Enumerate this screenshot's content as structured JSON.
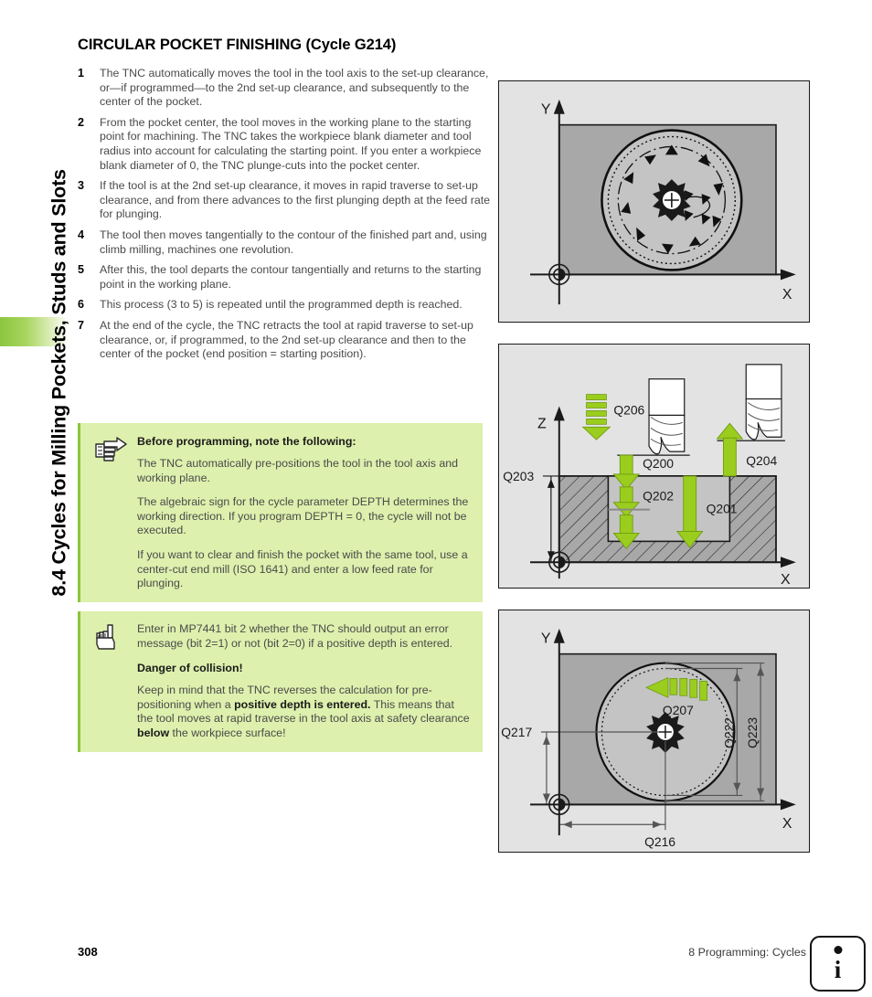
{
  "sidebar": {
    "chapter_title": "8.4 Cycles for Milling Pockets, Studs and Slots",
    "tab_color": "#8cc63e"
  },
  "page_title": "CIRCULAR POCKET FINISHING (Cycle G214)",
  "steps": [
    {
      "num": "1",
      "text": "The TNC automatically moves the tool in the tool axis to the set-up clearance, or—if programmed—to the 2nd set-up clearance, and subsequently to the center of the pocket."
    },
    {
      "num": "2",
      "text": "From the pocket center, the tool moves in the working plane to the starting point for machining. The TNC takes the workpiece blank diameter and tool radius into account for calculating the starting point. If you enter a workpiece blank diameter of 0, the TNC plunge-cuts into the pocket center."
    },
    {
      "num": "3",
      "text": "If the tool is at the 2nd set-up clearance, it moves in rapid traverse to set-up clearance, and from there advances to the first plunging depth at the feed rate for plunging."
    },
    {
      "num": "4",
      "text": "The tool then moves tangentially to the contour of the finished part and, using climb milling, machines one revolution."
    },
    {
      "num": "5",
      "text": "After this, the tool departs the contour tangentially and returns to the starting point in the working plane."
    },
    {
      "num": "6",
      "text": "This process (3 to 5) is repeated until the programmed depth is reached."
    },
    {
      "num": "7",
      "text": "At the end of the cycle, the TNC retracts the tool at rapid traverse to set-up clearance, or, if programmed, to the 2nd set-up clearance and then to the center of the pocket (end position = starting position)."
    }
  ],
  "note_1": {
    "icon": "pointing-hand-right-icon",
    "heading": "Before programming, note the following:",
    "paragraph_1": "The TNC automatically pre-positions the tool in the tool axis and working plane.",
    "paragraph_2": "The algebraic sign for the cycle parameter DEPTH determines the working direction. If you program DEPTH = 0, the cycle will not be executed.",
    "paragraph_3": "If you want to clear and finish the pocket with the same tool, use a center-cut end mill (ISO 1641) and enter a low feed rate for plunging."
  },
  "note_2": {
    "icon": "pointing-hand-up-icon",
    "paragraph_1": "Enter in MP7441 bit 2 whether the TNC should output an error message (bit 2=1) or not (bit 2=0) if a positive depth is entered.",
    "heading": "Danger of collision!",
    "paragraph_2_part_1": "Keep in mind that the TNC reverses the calculation for pre-positioning when a ",
    "paragraph_2_bold_1": "positive depth is entered.",
    "paragraph_2_part_2": " This means that the tool moves at rapid traverse in the tool axis at safety clearance ",
    "paragraph_2_bold_2": "below",
    "paragraph_2_part_3": " the workpiece surface!"
  },
  "figures": {
    "figure_1": {
      "name": "circular-pocket-toolpath-xy-view",
      "axis_x": "X",
      "axis_y": "Y"
    },
    "figure_2": {
      "name": "circular-pocket-depth-zx-section",
      "axis_x": "X",
      "axis_z": "Z",
      "labels": [
        "Q206",
        "Q200",
        "Q204",
        "Q203",
        "Q202",
        "Q201"
      ]
    },
    "figure_3": {
      "name": "circular-pocket-dimensions-xy-view",
      "axis_x": "X",
      "axis_y": "Y",
      "labels": [
        "Q207",
        "Q217",
        "Q216",
        "Q222",
        "Q223"
      ]
    },
    "colors": {
      "frame_background": "#e3e3e3",
      "workpiece": "#a8a8a8",
      "pocket": "#c4c4c4",
      "arrow_green": "#9acd1e"
    }
  },
  "footer": {
    "page_number": "308",
    "chapter_reference": "8 Programming: Cycles",
    "icon": "info-icon"
  }
}
